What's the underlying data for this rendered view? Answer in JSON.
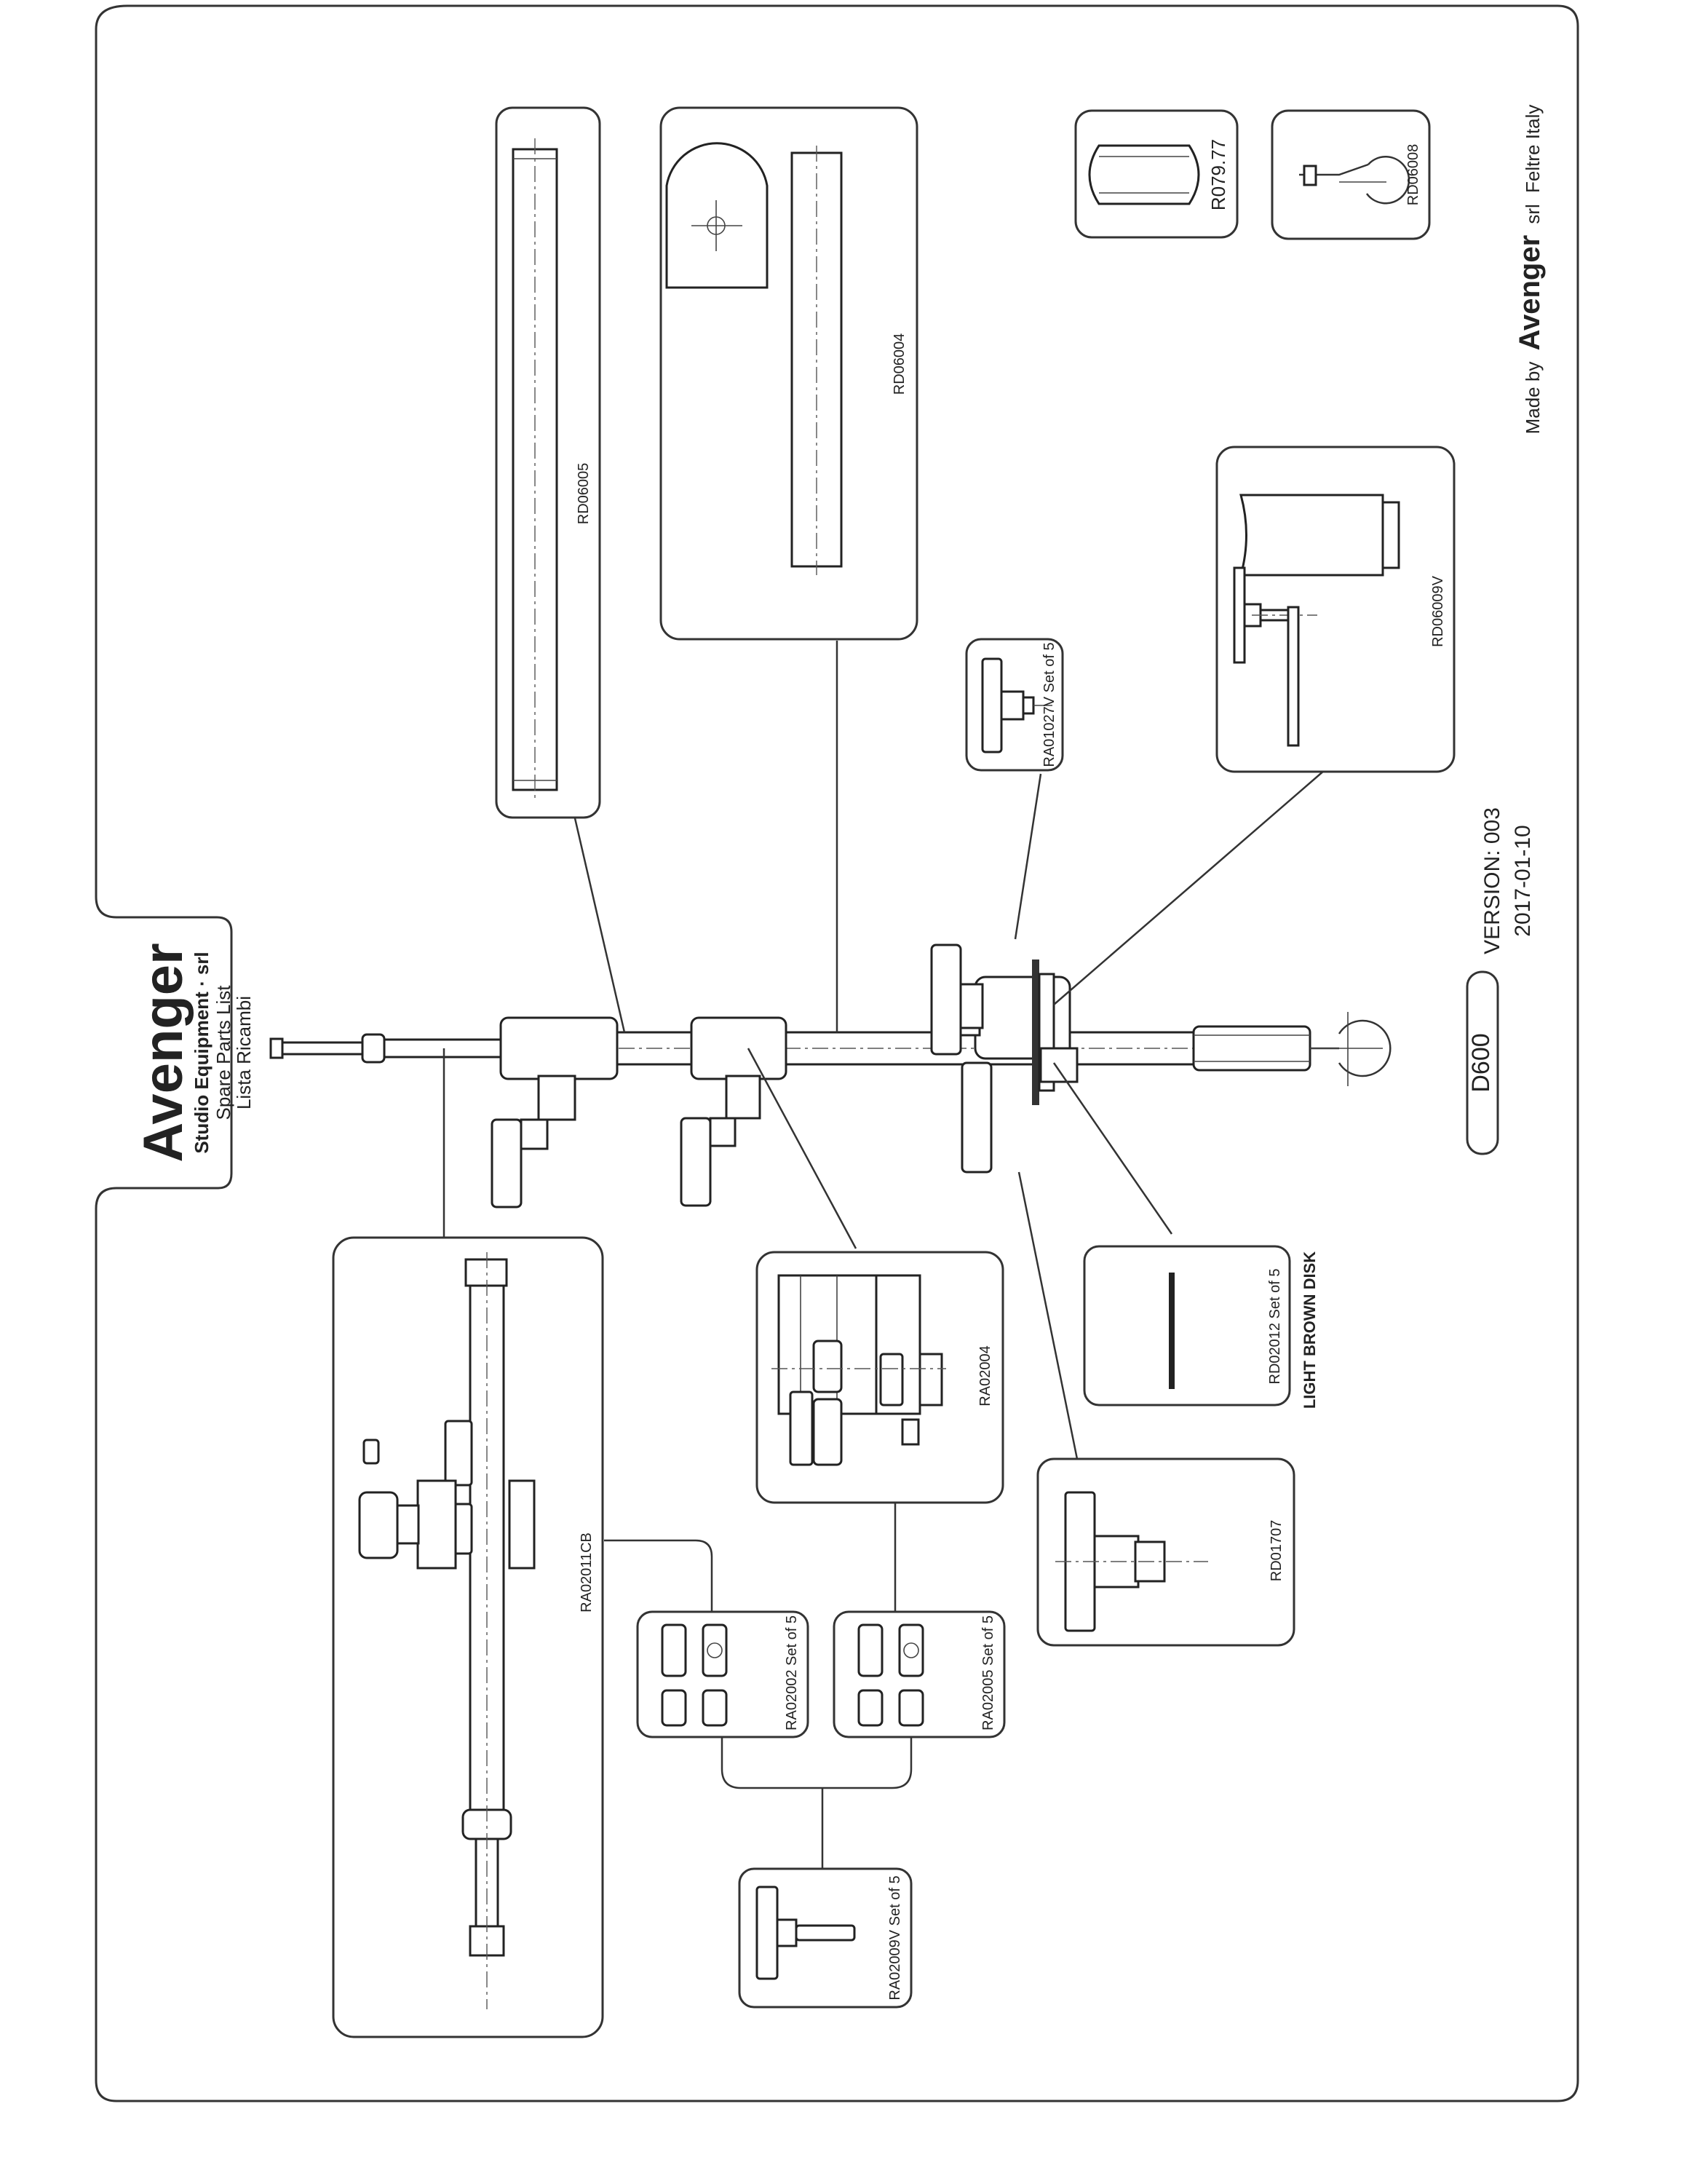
{
  "brand": {
    "name": "Avenger",
    "tagline": "Studio Equipment",
    "suffix": "srl",
    "sub1": "Spare Parts List",
    "sub2": "Lista Ricambi"
  },
  "footer": {
    "made_by": "Made by",
    "brand": "Avenger",
    "suffix": "srl",
    "location": "Feltre Italy"
  },
  "model": "D600",
  "version": {
    "label": "VERSION: 003",
    "date": "2017-01-10"
  },
  "parts": [
    {
      "code": "RD06005"
    },
    {
      "code": "RD06004"
    },
    {
      "code": "R079.77"
    },
    {
      "code": "RD06008"
    },
    {
      "code": "RA01027V Set of 5"
    },
    {
      "code": "RD06009V"
    },
    {
      "code": "RA02011CB"
    },
    {
      "code": "RA02004"
    },
    {
      "code": "RD02012 Set of 5"
    },
    {
      "code": "RD01707"
    },
    {
      "code": "RA02002 Set of 5"
    },
    {
      "code": "RA02005 Set of 5"
    },
    {
      "code": "RA02009V Set of 5"
    }
  ],
  "notes": {
    "disk": "LIGHT BROWN DISK"
  }
}
